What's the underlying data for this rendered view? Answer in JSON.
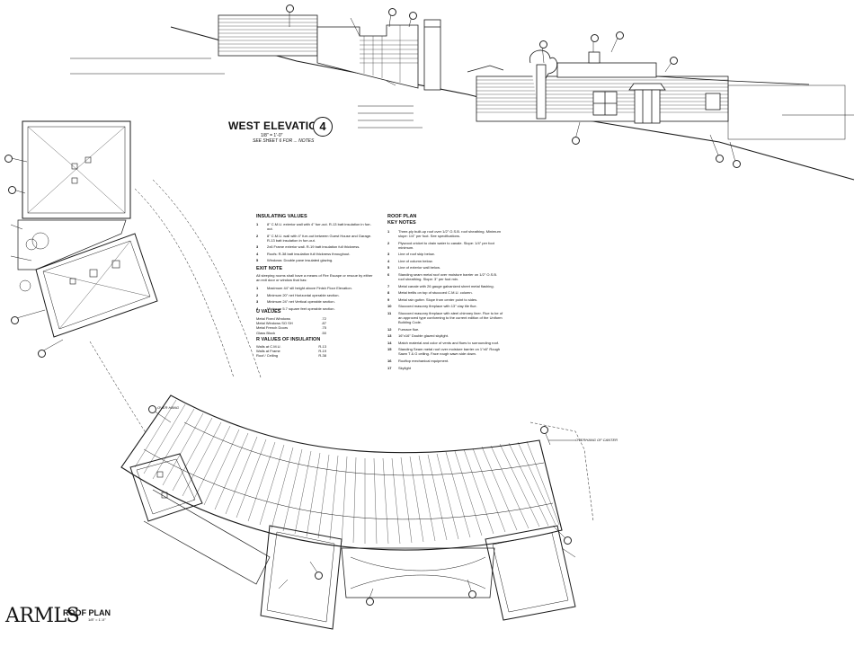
{
  "elevation": {
    "title": "WEST ELEVATION",
    "number": "4",
    "scale": "1/8\" = 1'-0\"",
    "note": "SEE SHEET 6 FOR ... NOTES"
  },
  "insulating_values": {
    "heading": "INSULATING VALUES",
    "items": [
      {
        "n": "1",
        "text": "8\" C.M.U. exterior wall with 4\" furr-out. R-13 batt insulation in furr-out."
      },
      {
        "n": "2",
        "text": "8\" C.M.U. wall with 4\" furr-out between Guest House and Garage. R-13 batt insulation in furr-out."
      },
      {
        "n": "3",
        "text": "2x6 Frame exterior wall. R-19 batt insulation full thickness."
      },
      {
        "n": "4",
        "text": "Roofs: R-38 batt insulation full thickness throughout."
      },
      {
        "n": "5",
        "text": "Windows: Double pane insulated glazing."
      }
    ]
  },
  "exit_note": {
    "heading": "EXIT NOTE",
    "intro": "All sleeping rooms shall have a means of Fire Escape or rescue by either an exit door or window that has:",
    "items": [
      {
        "n": "1",
        "text": "Maximum 44\" sill height above Finish Floor Elevation."
      },
      {
        "n": "2",
        "text": "Minimum 20\" net Horizontal operable section."
      },
      {
        "n": "3",
        "text": "Minimum 24\" net Vertical operable section."
      },
      {
        "n": "4",
        "text": "Minimum 5.7 square feet operable section."
      }
    ]
  },
  "u_values": {
    "heading": "U VALUES",
    "rows": [
      {
        "label": "Metal Fixed Windows",
        "value": ".72"
      },
      {
        "label": "Metal Windows SO SH",
        "value": ".87"
      },
      {
        "label": "Metal French Doors",
        "value": ".75"
      },
      {
        "label": "Glass Block",
        "value": ".50"
      }
    ]
  },
  "r_values": {
    "heading": "R VALUES OF INSULATION",
    "rows": [
      {
        "label": "Walls at C.M.U.",
        "value": "R-13"
      },
      {
        "label": "Walls at Frame",
        "value": "R-19"
      },
      {
        "label": "Roof / Ceiling",
        "value": "R-38"
      }
    ]
  },
  "roof_notes": {
    "heading_line1": "ROOF PLAN",
    "heading_line2": "KEY NOTES",
    "items": [
      {
        "n": "1",
        "text": "Three-ply built-up roof over 1/2\" O.S.B. roof sheathing. Minimum slope: 1/4\" per foot. See specifications."
      },
      {
        "n": "2",
        "text": "Plywood cricket to drain water to canale. Slope: 1/4\" per foot minimum."
      },
      {
        "n": "3",
        "text": "Line of roof skip below."
      },
      {
        "n": "4",
        "text": "Line of column below."
      },
      {
        "n": "5",
        "text": "Line of exterior wall below."
      },
      {
        "n": "6",
        "text": "Standing seam metal roof over moisture barrier on 1/2\" O.S.B. roof sheathing. Slope: 3\" per foot min."
      },
      {
        "n": "7",
        "text": "Metal canale with 26 gauge galvanized sheet metal flashing."
      },
      {
        "n": "8",
        "text": "Metal trellis on top of stuccoed C.M.U. column."
      },
      {
        "n": "9",
        "text": "Metal rain gutter. Slope from center point to sides."
      },
      {
        "n": "10",
        "text": "Stuccoed masonry fireplace with 13\" clay tile flue."
      },
      {
        "n": "11",
        "text": "Stuccoed masonry fireplace with steel chimney liner. Flue to be of an approved type conforming to the current edition of the Uniform Building Code."
      },
      {
        "n": "12",
        "text": "Furnace flue."
      },
      {
        "n": "13",
        "text": "16\"x16\" Double glazed skylight."
      },
      {
        "n": "14",
        "text": "Match material and color of vents and flues to surrounding roof."
      },
      {
        "n": "15",
        "text": "Standing Seam metal roof over moisture barrier on 1\"x6\" Rough Sawn T & G ceiling. Face rough sawn side down."
      },
      {
        "n": "16",
        "text": "Rooftop mechanical equipment."
      },
      {
        "n": "17",
        "text": "Skylight"
      }
    ]
  },
  "roof_plan": {
    "title": "ROOF PLAN",
    "scale": "1/8\" = 1'-0\""
  },
  "logo": {
    "text": "ARMLS"
  },
  "plan_labels": {
    "edge_of_canopy": "OVERHANG OF CANTER",
    "overhang_left": "OVER HANG"
  }
}
